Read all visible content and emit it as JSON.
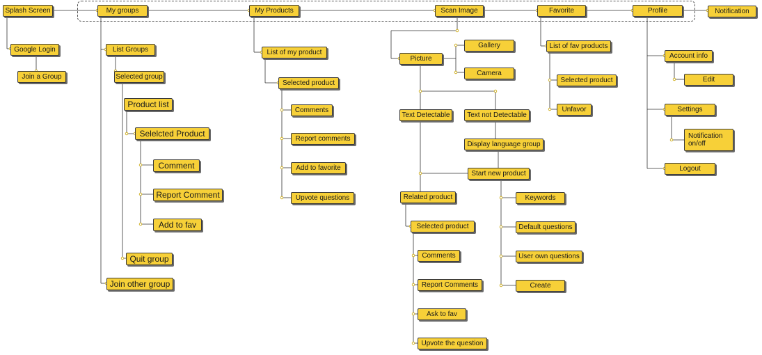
{
  "nodes": {
    "splash": "Splash Screen",
    "mygroups": "My groups",
    "myproducts": "My Products",
    "scanimage": "Scan Image",
    "favorite": "Favorite",
    "profile": "Profile",
    "notification": "Notification",
    "googlelogin": "Google Login",
    "joingroup": "Join a Group",
    "listgroups": "List Groups",
    "selectedgroup": "Selected group",
    "productlist": "Product list",
    "selectedproduct_g": "Selelcted Product",
    "comment_g": "Comment",
    "reportcomment_g": "Report Comment",
    "addtofav_g": "Add to fav",
    "quitgroup": "Quit group",
    "joinother": "Join other group",
    "listmyproduct": "List of my product",
    "selectedproduct_m": "Selected product",
    "comments_m": "Comments",
    "reportcomments_m": "Report  comments",
    "addtofavorite_m": "Add to favorite",
    "upvote_m": "Upvote  questions",
    "picture": "Picture",
    "gallery": "Gallery",
    "camera": "Camera",
    "textdetectable": "Text Detectable",
    "textnotdetectable": "Text not Detectable",
    "displaylanguage": "Display language group",
    "startnewproduct": "Start new product",
    "relatedproduct": "Related product",
    "selectedproduct_s": "Selected product",
    "comments_s": "Comments",
    "reportcomments_s": "Report Comments",
    "asktofav": "Ask to fav",
    "upvotequestion": "Upvote the question",
    "keywords": "Keywords",
    "defaultquestions": "Default questions",
    "userownquestions": "User own questions",
    "create": "Create",
    "listfavproducts": "List of fav products",
    "selectedproduct_f": "Selected product",
    "unfavor": "Unfavor",
    "accountinfo": "Account info",
    "edit": "Edit",
    "settings": "Settings",
    "notifonoff": "Notification on/off",
    "logout": "Logout"
  },
  "colors": {
    "node_fill": "#f7d038",
    "node_border": "#3a3a3a",
    "line": "#333333",
    "dot": "#c9a400"
  }
}
